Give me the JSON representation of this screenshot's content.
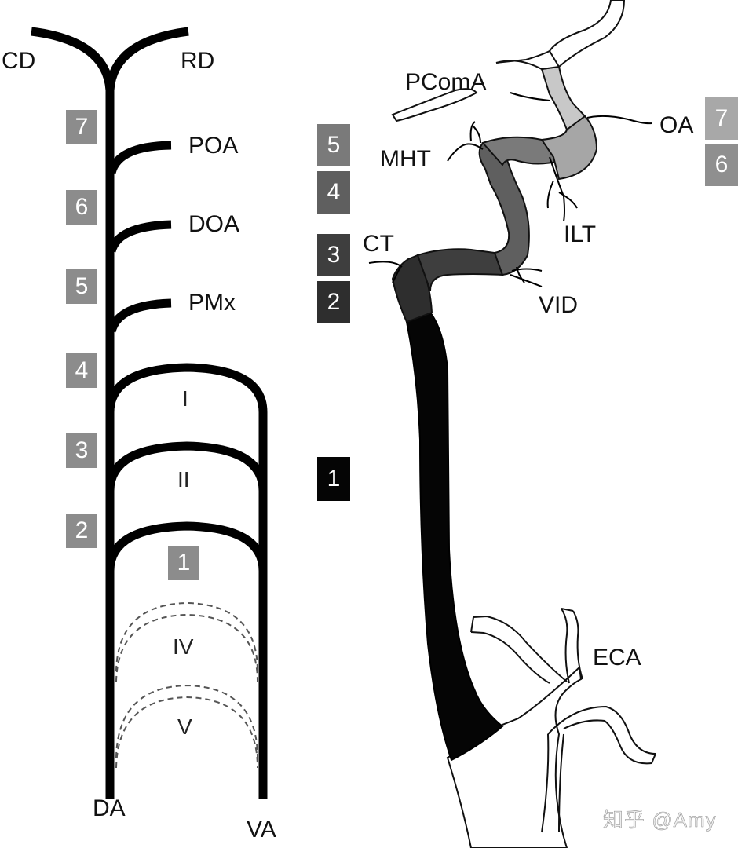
{
  "left_diagram": {
    "top_labels": {
      "cd": "CD",
      "rd": "RD"
    },
    "branches": [
      {
        "key": "poa",
        "label": "POA"
      },
      {
        "key": "doa",
        "label": "DOA"
      },
      {
        "key": "pmx",
        "label": "PMx"
      }
    ],
    "arches": [
      "I",
      "II",
      "IV",
      "V"
    ],
    "bottom_labels": {
      "da": "DA",
      "va": "VA"
    },
    "segment_badges": [
      "7",
      "6",
      "5",
      "4",
      "3",
      "2",
      "1"
    ]
  },
  "middle_legend": [
    "5",
    "4",
    "3",
    "2",
    "1"
  ],
  "right_diagram": {
    "labels": {
      "pcoma": "PComA",
      "mht": "MHT",
      "oa": "OA",
      "ilt": "ILT",
      "ct": "CT",
      "vid": "VID",
      "eca": "ECA"
    },
    "side_badges": [
      "7",
      "6"
    ]
  },
  "watermark": "知乎 @Amy",
  "colors": {
    "seg1": "#050505",
    "seg2": "#2e2e2e",
    "seg3": "#3e3e3e",
    "seg4": "#5f5f5f",
    "seg5": "#7a7a7a",
    "seg6": "#8f8f8f",
    "seg7": "#a8a8a8",
    "seg7_vessel": "#c8c8c8",
    "left_badges": "#8c8c8c"
  }
}
